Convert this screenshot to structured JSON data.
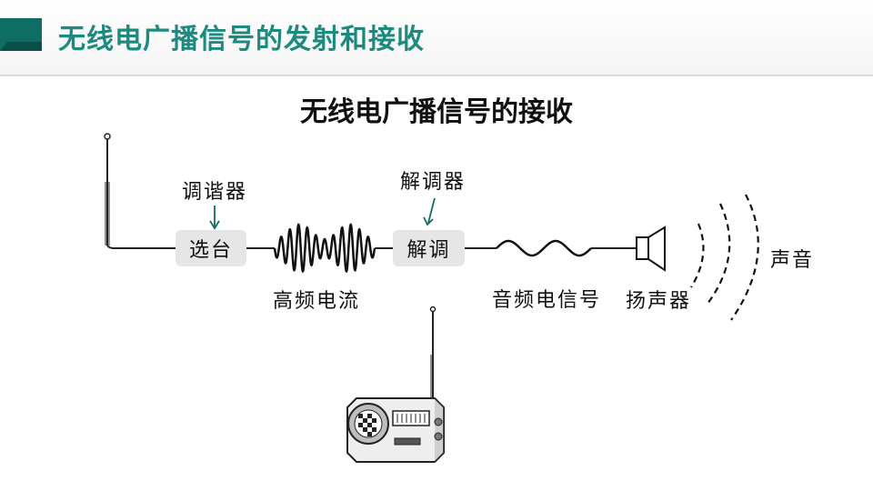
{
  "header": {
    "title": "无线电广播信号的发射和接收",
    "accent_color": "#0f6e64"
  },
  "subtitle": "无线电广播信号的接收",
  "diagram": {
    "tuner_label": "调谐器",
    "tuner_box": "选台",
    "hf_current_label": "高频电流",
    "demodulator_label": "解调器",
    "demodulator_box": "解调",
    "audio_signal_label": "音频电信号",
    "speaker_label": "扬声器",
    "sound_label": "声音"
  },
  "icons": [
    "antenna-icon",
    "speaker-icon",
    "radio-icon"
  ]
}
